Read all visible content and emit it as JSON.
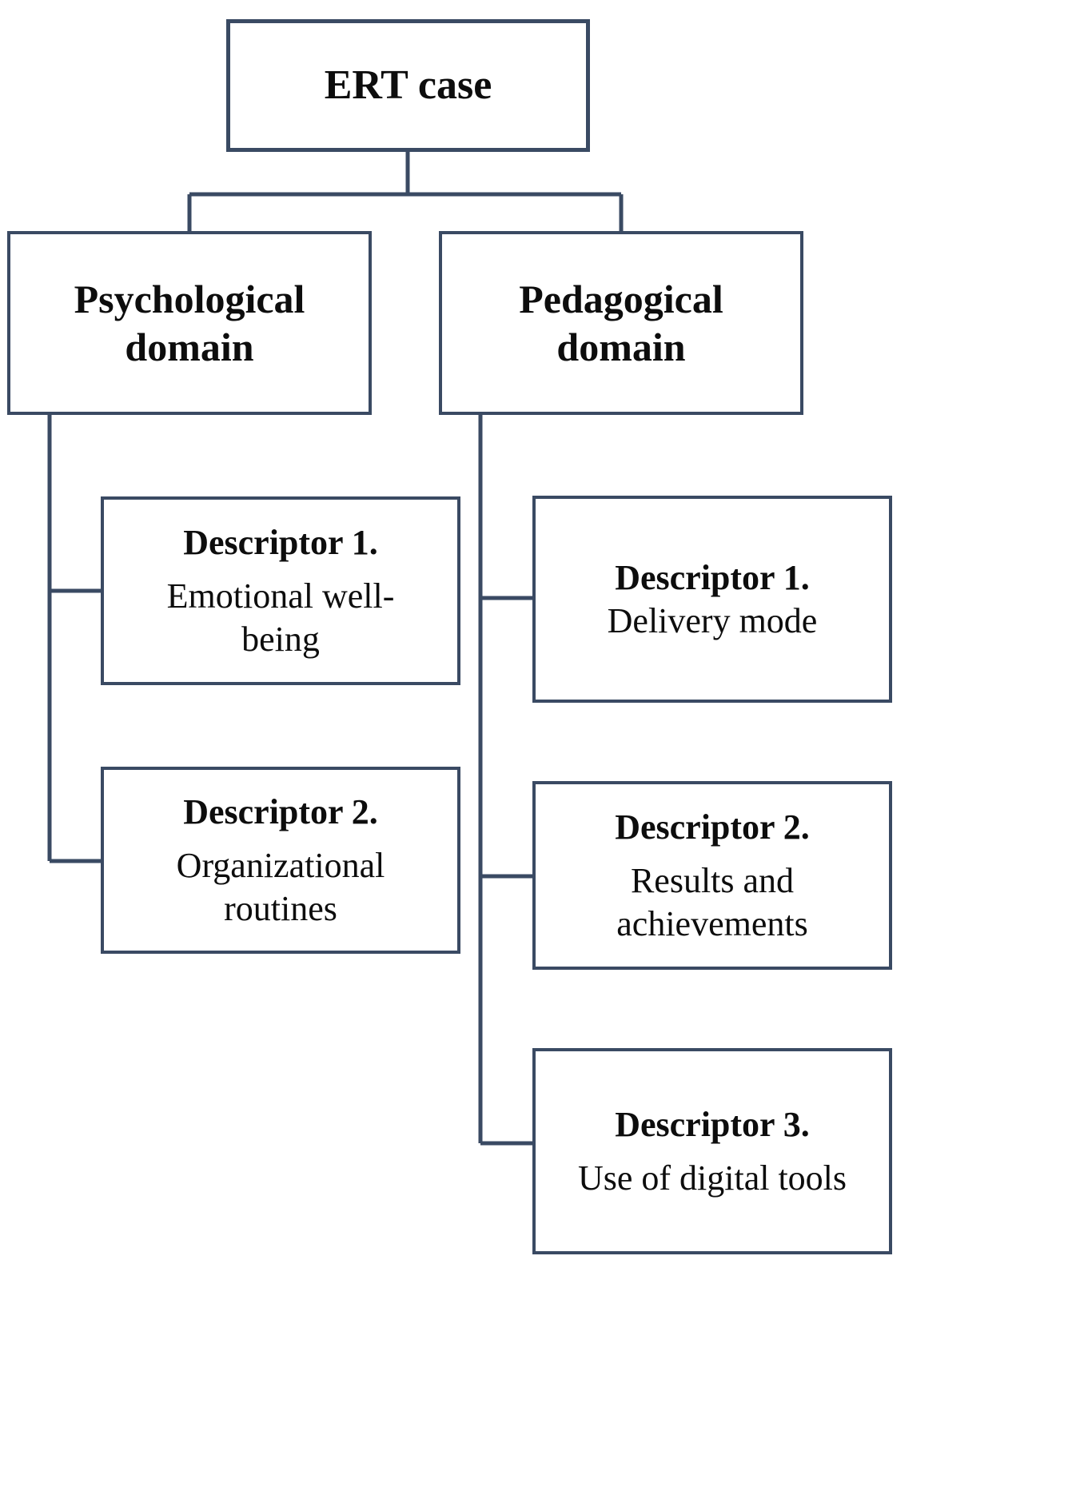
{
  "diagram": {
    "type": "tree",
    "title": "ERT case hierarchical descriptor tree",
    "colors": {
      "box_border": "#3a4a63",
      "connector": "#3a4a63",
      "box_fill": "#ffffff",
      "text": "#0d0d0d"
    },
    "nodes": {
      "root": {
        "label": "ERT case"
      },
      "psychological_domain": {
        "line1": "Psychological",
        "line2": "domain"
      },
      "pedagogical_domain": {
        "line1": "Pedagogical",
        "line2": "domain"
      },
      "psych_descriptor_1": {
        "heading": "Descriptor 1.",
        "line1": "Emotional well-",
        "line2": "being"
      },
      "psych_descriptor_2": {
        "heading": "Descriptor 2.",
        "line1": "Organizational",
        "line2": "routines"
      },
      "ped_descriptor_1": {
        "heading": "Descriptor 1.",
        "line1": "Delivery mode"
      },
      "ped_descriptor_2": {
        "heading": "Descriptor 2.",
        "line1": "Results and",
        "line2": "achievements"
      },
      "ped_descriptor_3": {
        "heading": "Descriptor 3.",
        "line1": "Use of digital tools"
      }
    },
    "edges": [
      {
        "from": "root",
        "to": "psychological_domain"
      },
      {
        "from": "root",
        "to": "pedagogical_domain"
      },
      {
        "from": "psychological_domain",
        "to": "psych_descriptor_1"
      },
      {
        "from": "psychological_domain",
        "to": "psych_descriptor_2"
      },
      {
        "from": "pedagogical_domain",
        "to": "ped_descriptor_1"
      },
      {
        "from": "pedagogical_domain",
        "to": "ped_descriptor_2"
      },
      {
        "from": "pedagogical_domain",
        "to": "ped_descriptor_3"
      }
    ]
  }
}
